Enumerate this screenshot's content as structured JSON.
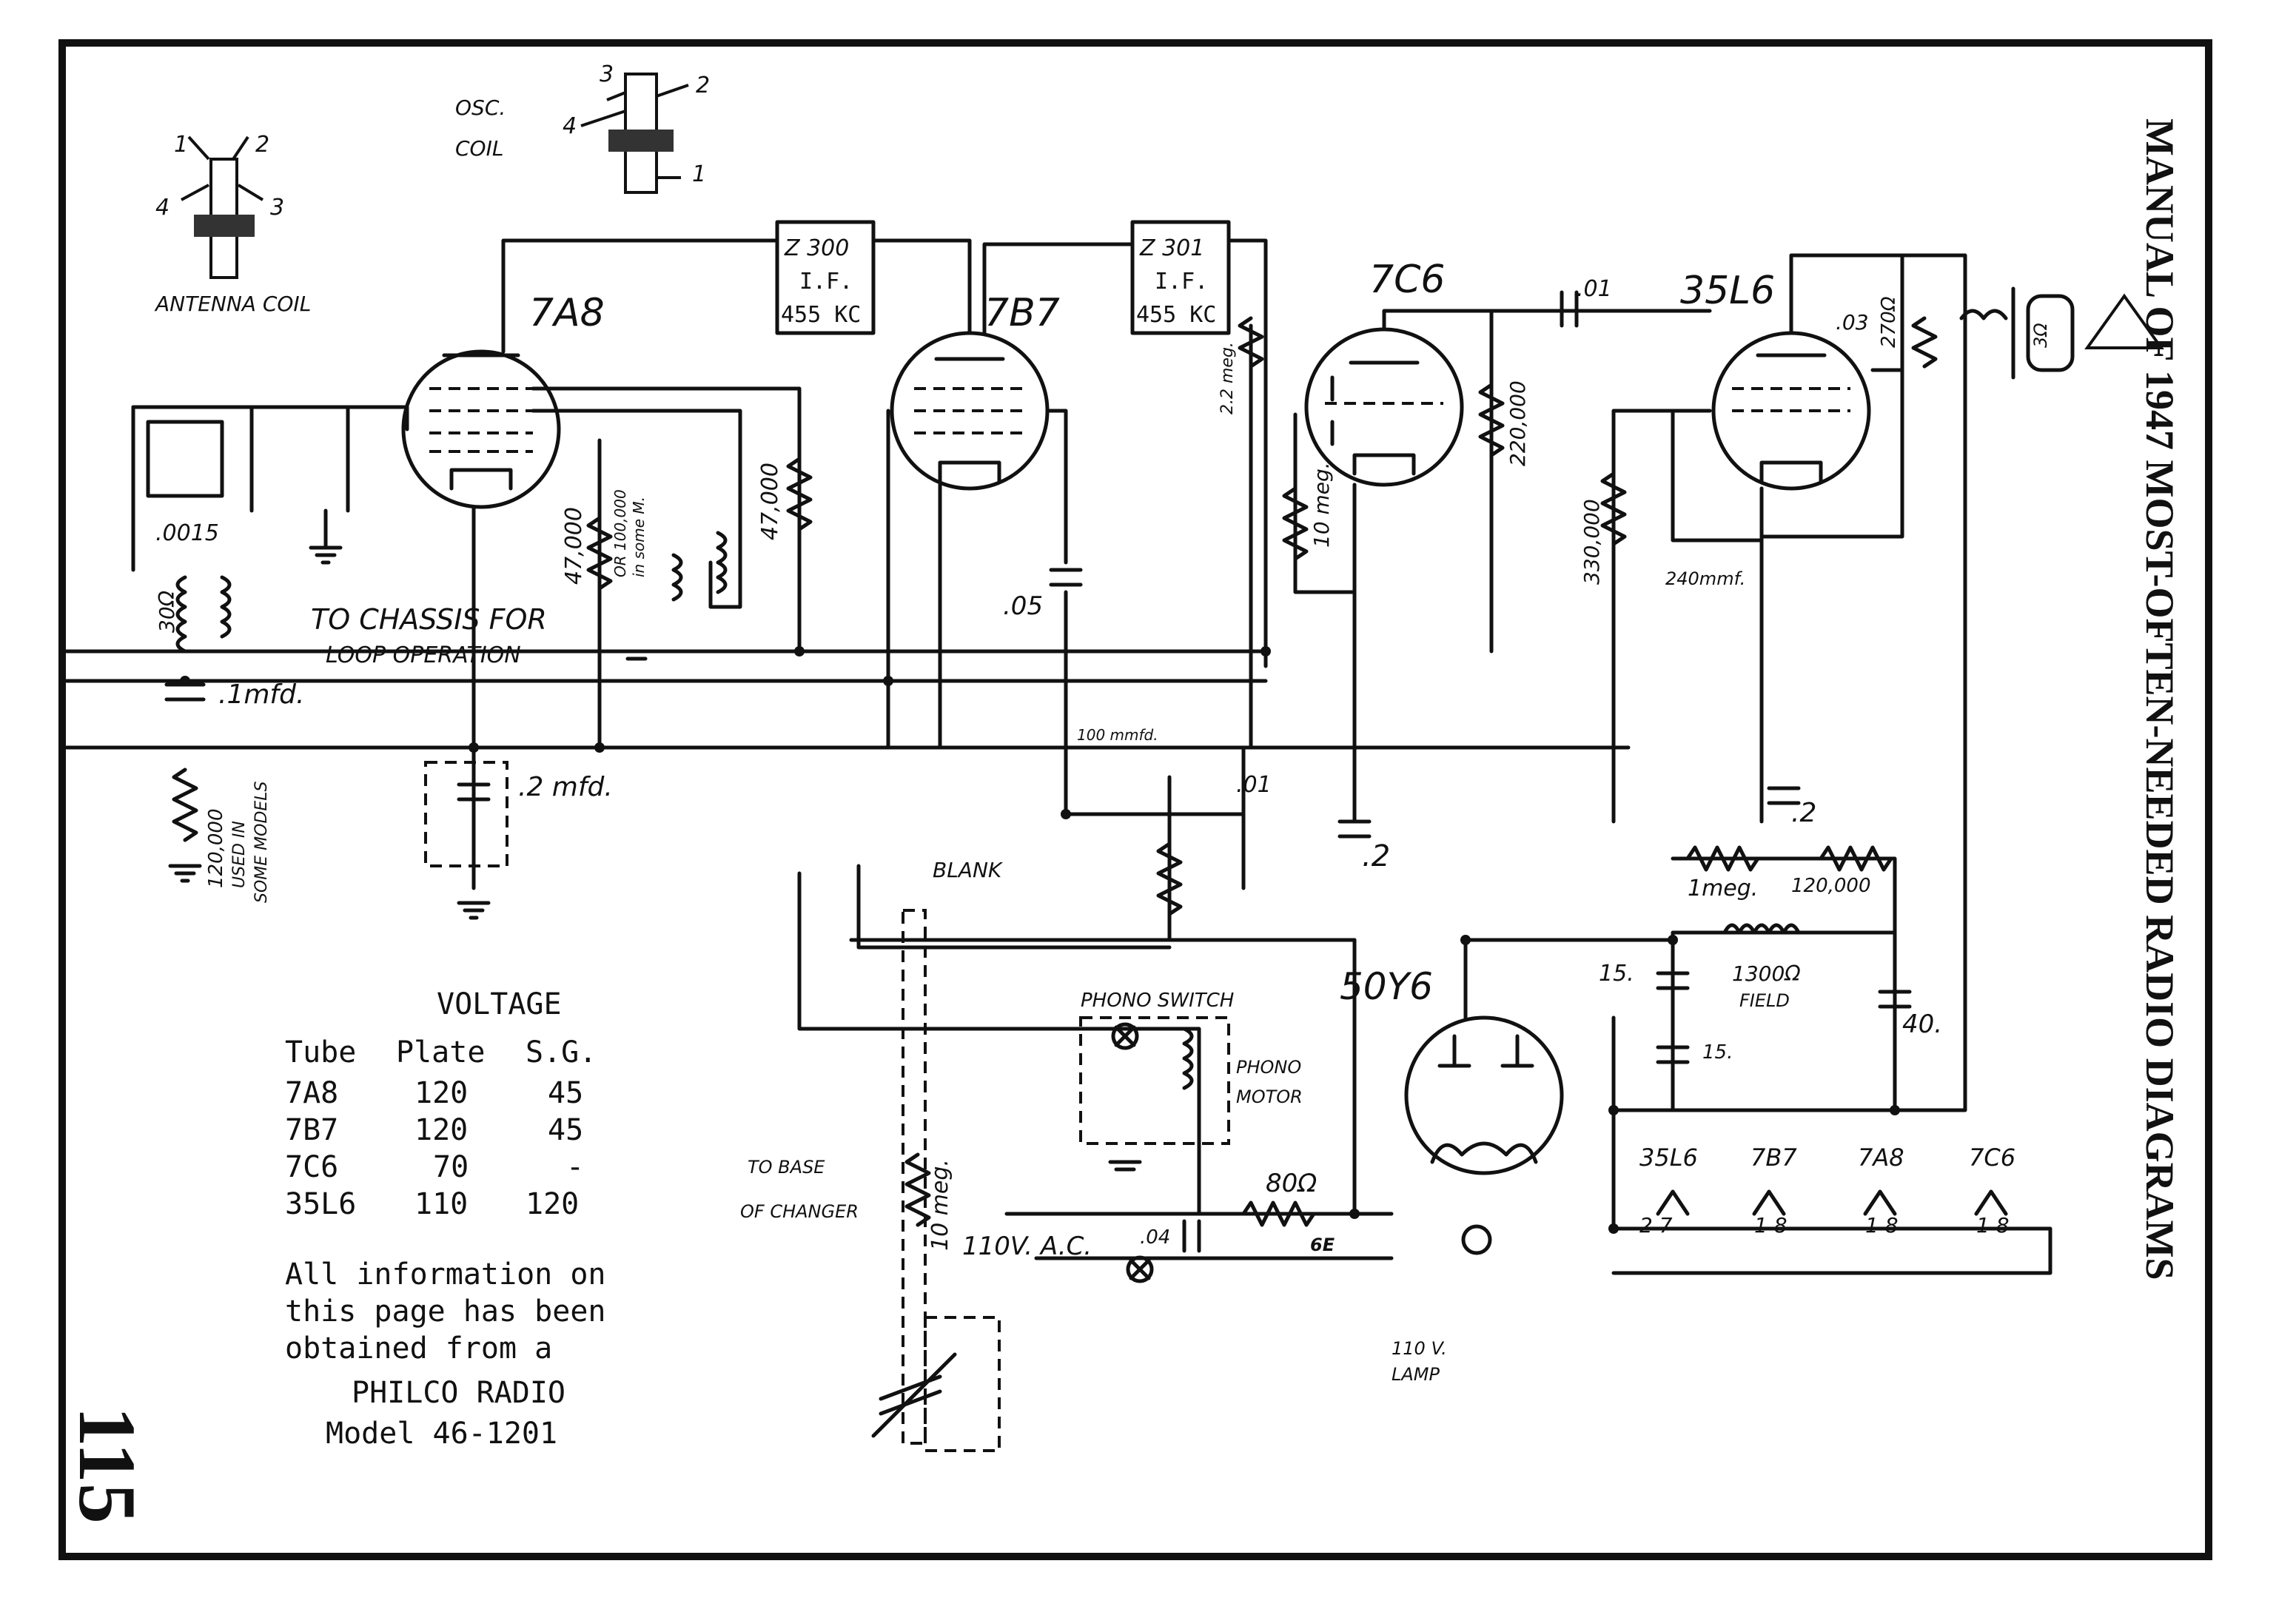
{
  "header": {
    "title": "MANUAL OF 1947 MOST-OFTEN-NEEDED RADIO DIAGRAMS",
    "page_number": "115"
  },
  "tubes": {
    "t7a8": "7A8",
    "t7b7": "7B7",
    "t7c6": "7C6",
    "t35l6": "35L6",
    "t50y6": "50Y6"
  },
  "transformers": {
    "if1": {
      "name": "Z 300",
      "type": "I.F.",
      "freq": "455 KC"
    },
    "if2": {
      "name": "Z 301",
      "type": "I.F.",
      "freq": "455 KC"
    }
  },
  "coils": {
    "antenna": "ANTENNA COIL",
    "osc_line1": "OSC.",
    "osc_line2": "COIL"
  },
  "labels": {
    "c0015": ".0015",
    "r30": "30Ω",
    "c1mfd": ".1mfd.",
    "r120k_line1": "120,000",
    "r120k_line2": "USED IN",
    "r120k_line3": "SOME MODELS",
    "chassis_line1": "TO CHASSIS FOR",
    "chassis_line2": "LOOP OPERATION",
    "c2mfd": ".2 mfd.",
    "r47k_a": "47,000",
    "r47k_alt_line1": "OR 100,000",
    "r47k_alt_line2": "in some M.",
    "r47k_b": "47,000",
    "c05": ".05",
    "c100mmf": "100 mmfd.",
    "c01a": ".01",
    "r22meg": "2.2 meg.",
    "r10meg_grid": "10 meg.",
    "c01b": ".01",
    "r220k": "220,000",
    "c2a": ".2",
    "c03": ".03",
    "r270": "270Ω",
    "spk": "3Ω",
    "r330k": "330,000",
    "c240": "240mmf.",
    "c2b": ".2",
    "r1meg": "1meg.",
    "r120k_b": "120,000",
    "c15a": "15.",
    "c15b": "15.",
    "field_value": "1300Ω",
    "field": "FIELD",
    "c40": "40.",
    "blank": "BLANK",
    "phono_switch": "PHONO SWITCH",
    "phono_motor_line1": "PHONO",
    "phono_motor_line2": "MOTOR",
    "base_line1": "TO BASE",
    "base_line2": "OF CHANGER",
    "r10meg_vol": "10 meg.",
    "ac": "110V. A.C.",
    "c04": ".04",
    "r80": "80Ω",
    "lamp_line1": "110 V.",
    "lamp_line2": "LAMP",
    "tap": "6E"
  },
  "heater_string": {
    "tubes": [
      "35L6",
      "7B7",
      "7A8",
      "7C6"
    ],
    "pins": [
      "2 7",
      "1 8",
      "1 8",
      "1 8"
    ]
  },
  "voltage_table": {
    "title": "VOLTAGE",
    "headers": [
      "Tube",
      "Plate",
      "S.G."
    ],
    "rows": [
      [
        "7A8",
        "120",
        "45"
      ],
      [
        "7B7",
        "120",
        "45"
      ],
      [
        "7C6",
        "70",
        "-"
      ],
      [
        "35L6",
        "110",
        "120"
      ]
    ]
  },
  "info_note": {
    "line1": "All information on",
    "line2": "this page has been",
    "line3": "obtained from a",
    "line4": "PHILCO RADIO",
    "line5": "Model 46-1201"
  }
}
